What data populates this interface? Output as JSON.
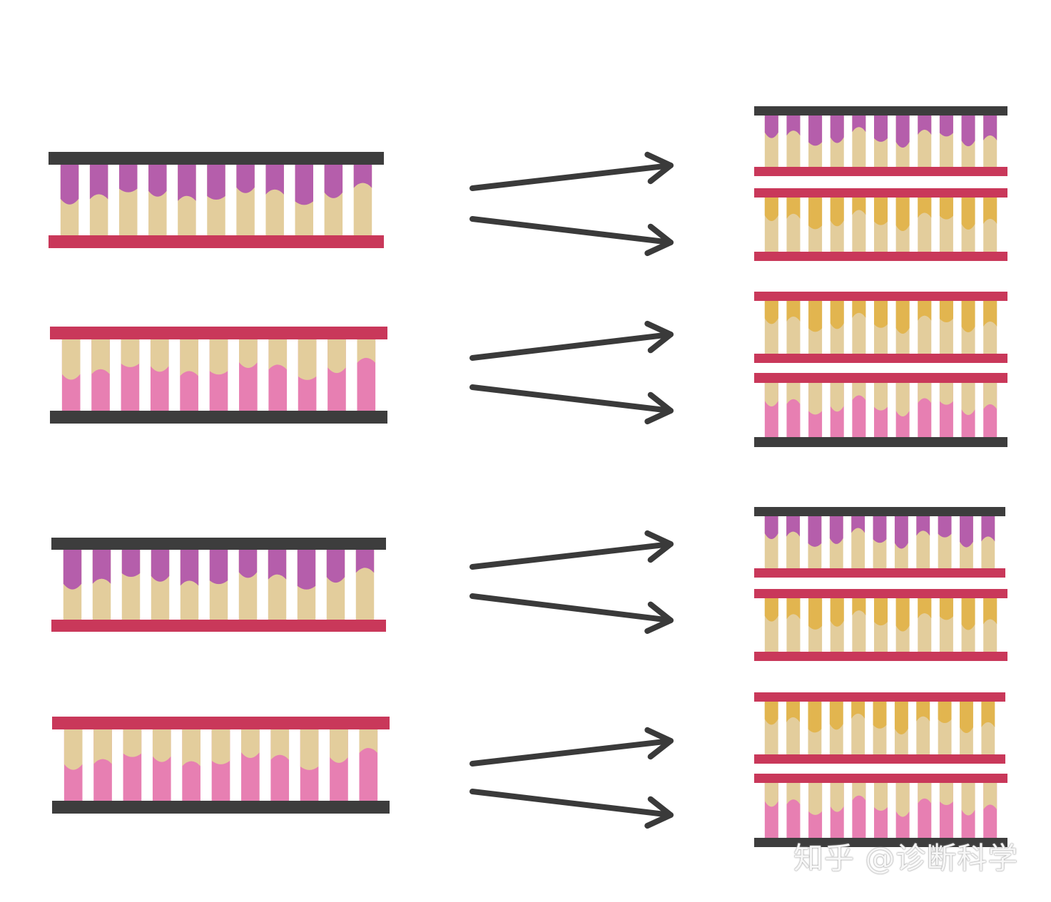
{
  "colors": {
    "background": "#ffffff",
    "backbone_dark": "#3d3d3d",
    "backbone_red": "#c9385a",
    "base_purple": "#b55eab",
    "base_tan": "#e3cd9c",
    "base_pink": "#e77fb2",
    "base_gold": "#e2b54f",
    "arrow": "#3a3a3a"
  },
  "watermark": {
    "text": "知乎 @诊断科学"
  },
  "diagram": {
    "description_free": true,
    "rows": [
      {
        "parent": {
          "top_strand": "dark",
          "bottom_strand": "red",
          "top_base": "purple",
          "bottom_base": "tan"
        },
        "products": [
          {
            "top_strand": "dark",
            "bottom_strand": "red",
            "top_base": "purple",
            "bottom_base": "tan"
          },
          {
            "top_strand": "red",
            "bottom_strand": "red",
            "top_base": "gold",
            "bottom_base": "tan"
          }
        ]
      },
      {
        "parent": {
          "top_strand": "red",
          "bottom_strand": "dark",
          "top_base": "tan",
          "bottom_base": "pink"
        },
        "products": [
          {
            "top_strand": "red",
            "bottom_strand": "red",
            "top_base": "gold",
            "bottom_base": "tan"
          },
          {
            "top_strand": "red",
            "bottom_strand": "dark",
            "top_base": "tan",
            "bottom_base": "pink"
          }
        ]
      },
      {
        "parent": {
          "top_strand": "dark",
          "bottom_strand": "red",
          "top_base": "purple",
          "bottom_base": "tan"
        },
        "products": [
          {
            "top_strand": "dark",
            "bottom_strand": "red",
            "top_base": "purple",
            "bottom_base": "tan"
          },
          {
            "top_strand": "red",
            "bottom_strand": "red",
            "top_base": "gold",
            "bottom_base": "tan"
          }
        ]
      },
      {
        "parent": {
          "top_strand": "red",
          "bottom_strand": "dark",
          "top_base": "tan",
          "bottom_base": "pink"
        },
        "products": [
          {
            "top_strand": "red",
            "bottom_strand": "red",
            "top_base": "gold",
            "bottom_base": "tan"
          },
          {
            "top_strand": "red",
            "bottom_strand": "dark",
            "top_base": "tan",
            "bottom_base": "pink"
          }
        ]
      }
    ]
  }
}
